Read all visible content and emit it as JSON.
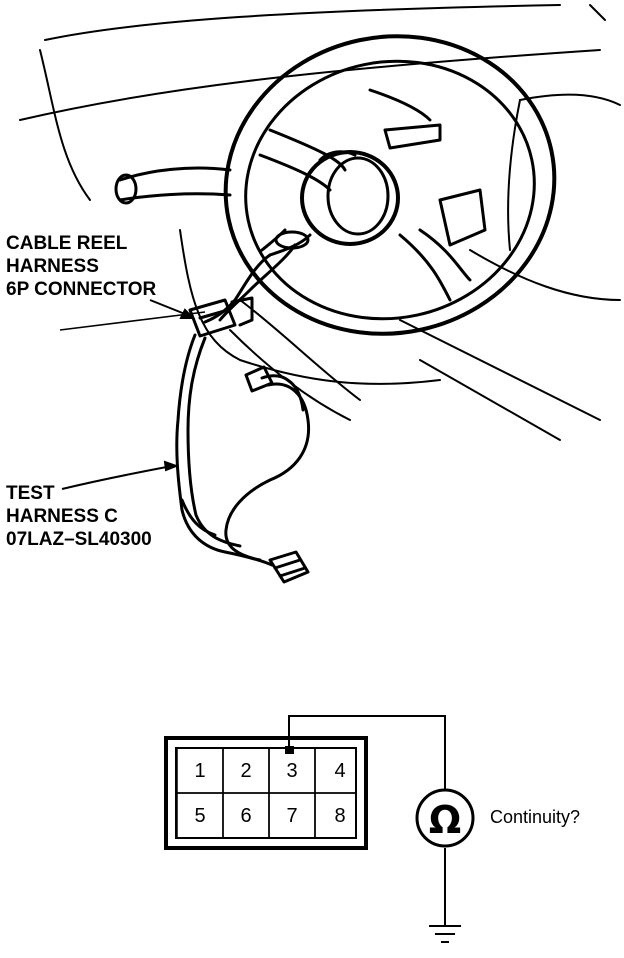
{
  "labels": {
    "cable_reel": [
      "CABLE REEL",
      "HARNESS",
      "6P CONNECTOR"
    ],
    "test_harness": [
      "TEST",
      "HARNESS C",
      "07LAZ–SL40300"
    ]
  },
  "connector": {
    "pins_top": [
      "1",
      "2",
      "3",
      "4"
    ],
    "pins_bottom": [
      "5",
      "6",
      "7",
      "8"
    ],
    "probe_pin": "3"
  },
  "meter": {
    "symbol": "Ω",
    "label": "Continuity?"
  },
  "icons": [
    "steering-wheel-drawing",
    "ohmmeter-icon",
    "ground-icon"
  ]
}
